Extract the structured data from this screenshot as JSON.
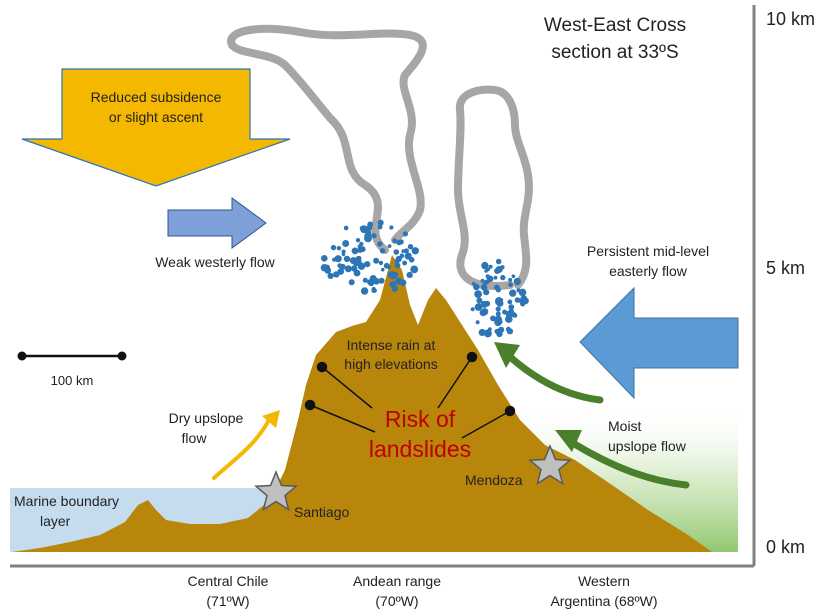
{
  "title": [
    "West-East Cross",
    "section at 33ºS"
  ],
  "altitude_axis": {
    "top": "10 km",
    "mid": "5 km",
    "bottom": "0 km"
  },
  "big_arrow": [
    "Reduced subsidence",
    "or slight ascent"
  ],
  "weak_flow": "Weak westerly flow",
  "easterly_flow": [
    "Persistent mid-level",
    "easterly flow"
  ],
  "scale_bar": "100 km",
  "intense_rain": [
    "Intense rain at",
    "high elevations"
  ],
  "dry_upslope": [
    "Dry upslope",
    "flow"
  ],
  "risk": [
    "Risk of",
    "landslides"
  ],
  "moist_upslope": [
    "Moist",
    "upslope flow"
  ],
  "marine_layer": [
    "Marine boundary",
    "layer"
  ],
  "cities": {
    "santiago": "Santiago",
    "mendoza": "Mendoza"
  },
  "bottom_labels": {
    "chile": [
      "Central Chile",
      "(71ºW)"
    ],
    "andes": [
      "Andean range",
      "(70ºW)"
    ],
    "argentina": [
      "Western",
      "Argentina (68ºW)"
    ]
  },
  "colors": {
    "terrain": "#b8860b",
    "ocean": "#c5dcef",
    "green_zone": "#92c76f",
    "big_arrow": "#f5b800",
    "westerly_arrow": "#7f9fd8",
    "easterly_arrow": "#5b9bd5",
    "dry_arrow": "#f5b800",
    "moist_arrow": "#4a7f2b",
    "cloud": "#a6a6a6",
    "rain": "#2e75b6",
    "risk_text": "#c00000"
  }
}
